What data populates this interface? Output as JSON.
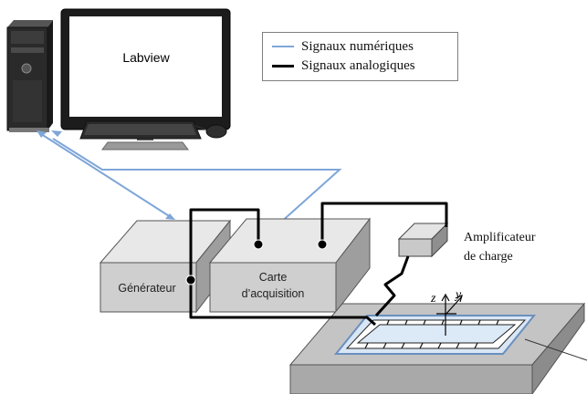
{
  "monitor": {
    "screen_text": "Labview"
  },
  "legend": {
    "items": [
      {
        "label": "Signaux numériques",
        "color": "#7ea6d8"
      },
      {
        "label": "Signaux analogiques",
        "color": "#000000"
      }
    ]
  },
  "blocks": {
    "generator": "Générateur",
    "acquisition_line1": "Carte",
    "acquisition_line2": "d’acquisition"
  },
  "amplifier": {
    "line1": "Amplificateur",
    "line2": "de charge"
  },
  "axes": {
    "z": "z",
    "y": "y"
  },
  "colors": {
    "digital_signal": "#7ea6d8",
    "analog_signal": "#000000",
    "block_fill": "#d0d0d0",
    "plate_fill": "#bfbfbf",
    "sample_fill": "#dce9f7"
  }
}
